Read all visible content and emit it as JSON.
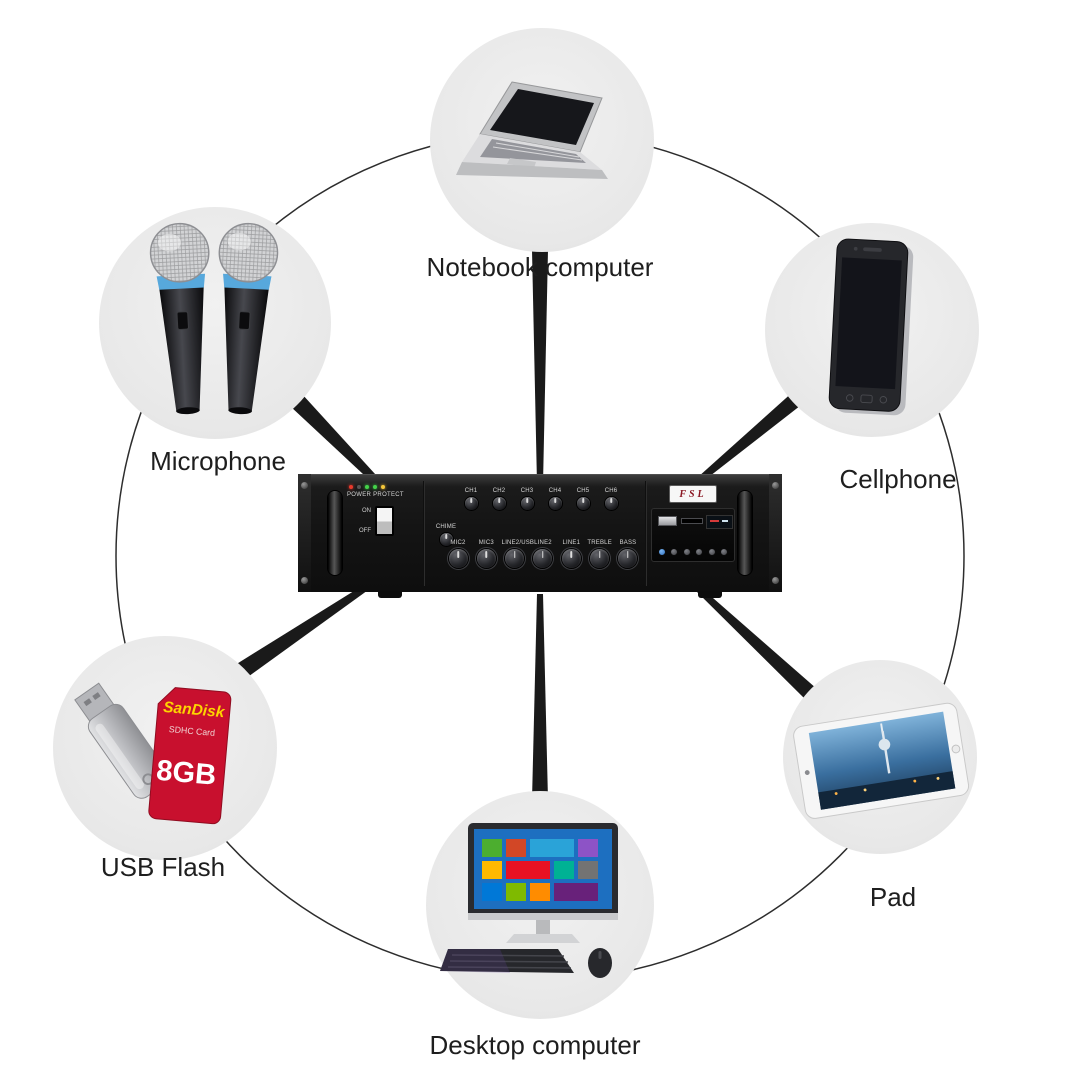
{
  "nodes": {
    "notebook": {
      "label": "Notebook computer"
    },
    "cellphone": {
      "label": "Cellphone"
    },
    "pad": {
      "label": "Pad"
    },
    "desktop": {
      "label": "Desktop computer"
    },
    "usb_flash": {
      "label": "USB Flash"
    },
    "microphone": {
      "label": "Microphone"
    }
  },
  "amplifier": {
    "brand": "FSL",
    "power_label": "POWER PROTECT",
    "switch_on": "ON",
    "switch_off": "OFF",
    "chime_label": "CHIME",
    "channels": [
      "CH1",
      "CH2",
      "CH3",
      "CH4",
      "CH5",
      "CH6"
    ],
    "knob_labels": [
      "MIC2",
      "MIC3",
      "LINE2/USB",
      "LINE2",
      "LINE1",
      "TREBLE",
      "BASS"
    ]
  },
  "sd_card": {
    "brand": "SanDisk",
    "type_label": "SDHC Card",
    "capacity": "8GB"
  },
  "colors": {
    "node_bg": "#e9e9e9",
    "connector": "#1a1a1a",
    "amp_face": "#141414",
    "sd_red": "#c8102e",
    "brand_yellow": "#fdd400"
  }
}
